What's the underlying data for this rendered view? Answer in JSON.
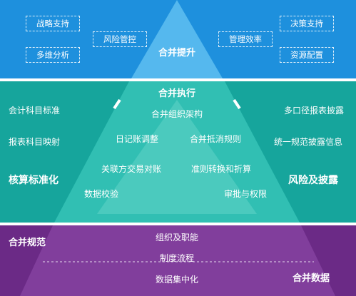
{
  "colors": {
    "top_band": "#1e90dd",
    "middle_band": "#16a59c",
    "bottom_band": "#6b2a86",
    "pyramid_top": "#5bbdf0",
    "pyramid_middle": "#36c3b7",
    "pyramid_bottom": "#84409f"
  },
  "top": {
    "left_boxes": [
      "战略支持",
      "多维分析"
    ],
    "left_center_box": "风险管控",
    "right_boxes": [
      "决策支持",
      "资源配置"
    ],
    "right_center_box": "管理效率",
    "pyramid_title": "合并提升"
  },
  "middle": {
    "pyramid_title": "合并执行",
    "inner_items": [
      "合并组织架构",
      "日记账调整",
      "合并抵消规则",
      "关联方交易对账",
      "准则转换和折算",
      "数据校验",
      "审批与权限"
    ],
    "left_items": [
      "会计科目标准",
      "报表科目映射"
    ],
    "left_title": "核算标准化",
    "right_items": [
      "多口径报表披露",
      "统一规范披露信息"
    ],
    "right_title": "风险及披露"
  },
  "bottom": {
    "left_title": "合并规范",
    "right_title": "合并数据",
    "center_items": [
      "组织及职能",
      "制度流程",
      "数据集中化"
    ]
  }
}
